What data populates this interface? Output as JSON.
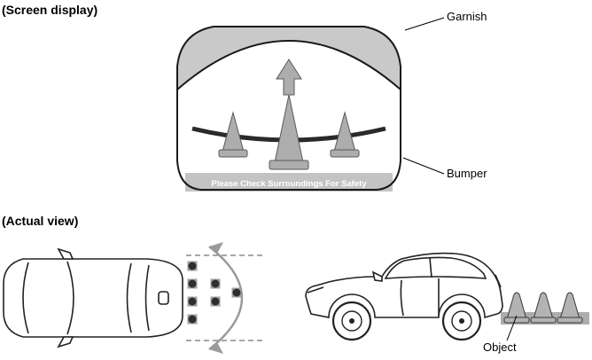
{
  "labels": {
    "screen_display": "(Screen display)",
    "actual_view": "(Actual view)",
    "garnish": "Garnish",
    "bumper": "Bumper",
    "object": "Object"
  },
  "screen": {
    "warning_text": "Please Check Surroundings For Safety"
  },
  "colors": {
    "outline": "#1a1a1a",
    "garnish_fill": "#c9c9c9",
    "warning_bar": "#c3c3c3",
    "warning_text": "#ffffff",
    "cone_fill": "#adadad",
    "cone_stroke": "#595959",
    "sensor_dot": "#2e2e2e",
    "sensor_pad": "#9e9e9e",
    "arrow_arc": "#9a9a9a",
    "guide_line": "#2a2a2a"
  }
}
